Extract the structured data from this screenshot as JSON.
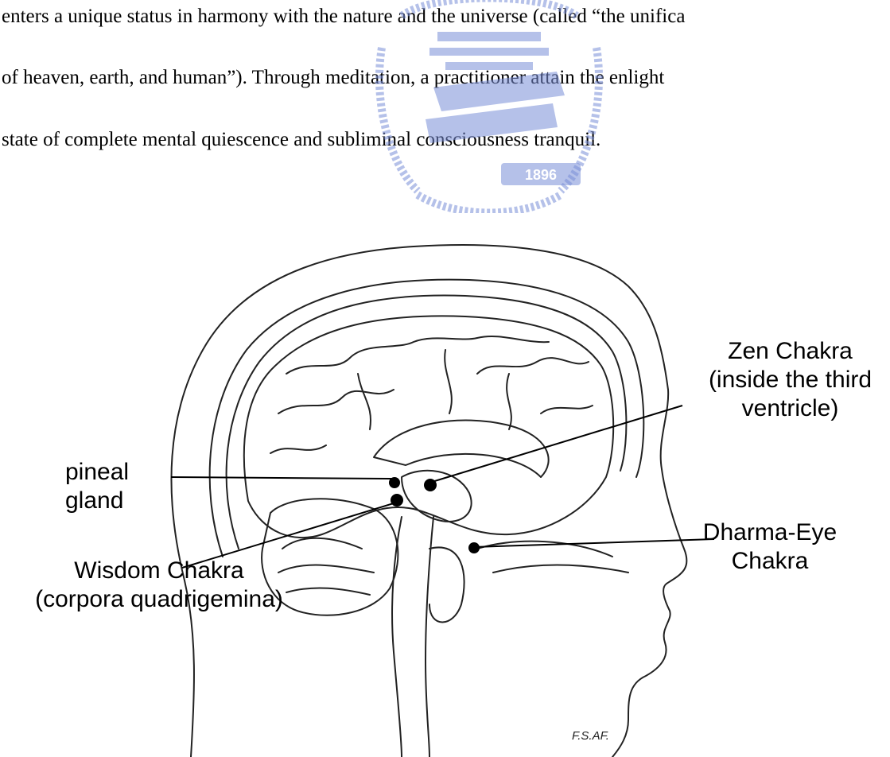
{
  "paragraph": {
    "lines": [
      "enters a unique status in harmony with the nature and the universe (called “the unifica",
      "of heaven, earth, and human”). Through meditation, a practitioner attain the enlight",
      "state of complete mental quiescence and subliminal consciousness tranquil."
    ]
  },
  "watermark": {
    "year": "1896",
    "color": "#7a8fd8"
  },
  "figure": {
    "labels": {
      "zen_l1": "Zen Chakra",
      "zen_l2": "(inside the third",
      "zen_l3": "ventricle)",
      "pineal_l1": "pineal",
      "pineal_l2": "gland",
      "dharma_l1": "Dharma-Eye",
      "dharma_l2": "Chakra",
      "wisdom_l1": "Wisdom Chakra",
      "wisdom_l2": "(corpora quadrigemina)"
    },
    "credit": "F.S.AF."
  }
}
